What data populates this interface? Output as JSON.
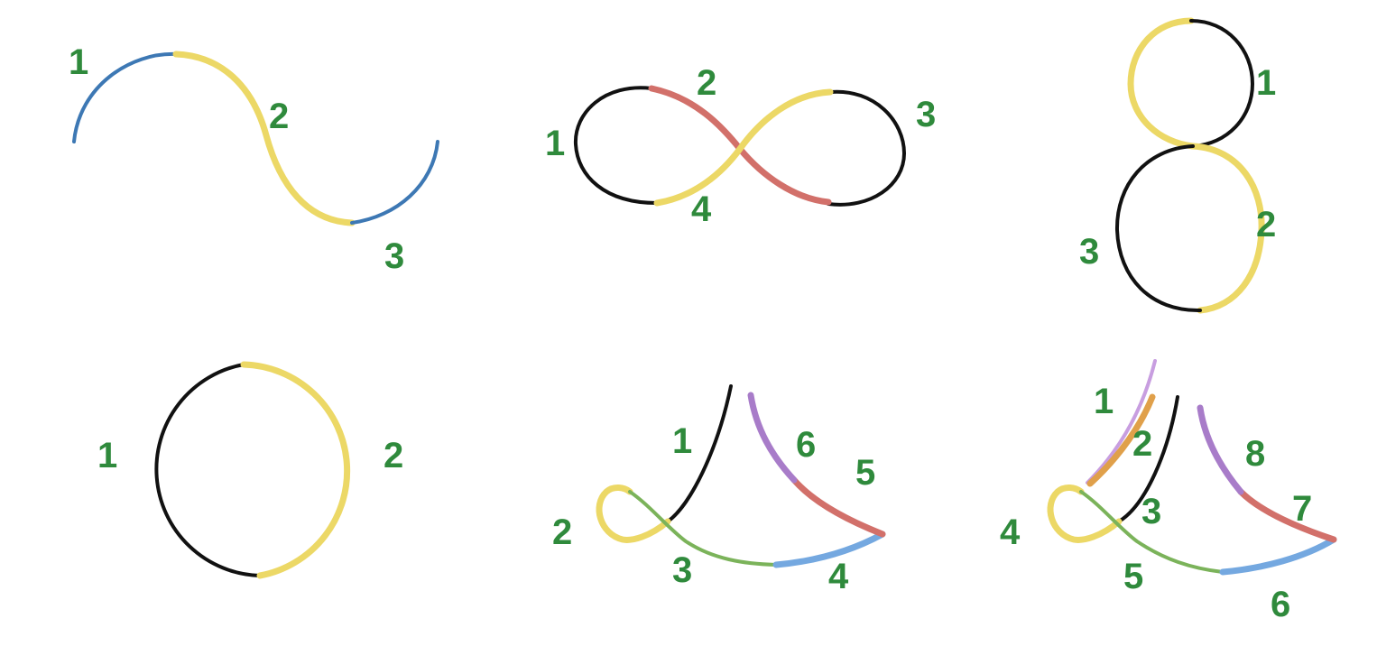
{
  "colors": {
    "label": "#2f8a3c",
    "black": "#111111",
    "yellow": "#ecd866",
    "blue": "#3d78b4",
    "red": "#d2706a",
    "green": "#7bb35a",
    "lightblue": "#74a8e0",
    "purple": "#a87cc9",
    "lilac": "#c89ee0",
    "orange": "#e0a04a"
  },
  "panels": {
    "s_curve": {
      "labels": [
        "1",
        "2",
        "3"
      ]
    },
    "infinity": {
      "labels": [
        "1",
        "2",
        "3",
        "4"
      ]
    },
    "figure_eight": {
      "labels": [
        "1",
        "2",
        "3"
      ]
    },
    "circle": {
      "labels": [
        "1",
        "2"
      ]
    },
    "loop_curve": {
      "labels": [
        "1",
        "2",
        "3",
        "4",
        "5",
        "6"
      ]
    },
    "loop_curve_extended": {
      "labels": [
        "1",
        "2",
        "3",
        "4",
        "5",
        "6",
        "7",
        "8"
      ]
    }
  }
}
